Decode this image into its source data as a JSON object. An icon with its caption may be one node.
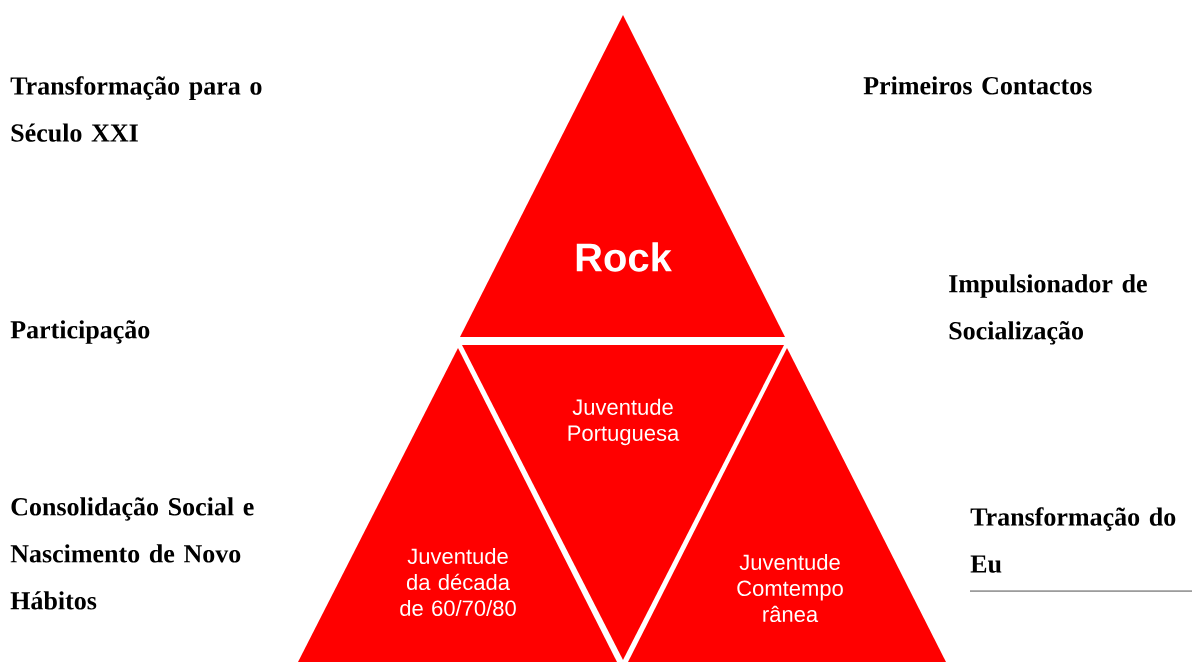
{
  "diagram": {
    "nodes": [
      {
        "text": [
          "Rock"
        ]
      },
      {
        "text": [
          "Juventude Portuguesa"
        ]
      },
      {
        "text": [
          "Juventude da década de 60/70/80"
        ]
      },
      {
        "text": [
          "Juventude Comtempo rânea"
        ]
      }
    ],
    "labels": [
      "Transformação para o Século XXI",
      "Primeiros Contactos",
      "Impulsionador de Socialização",
      "Participação",
      "Consolidação Social e Nascimento de Novo Hábitos",
      "Transformação do Eu"
    ]
  }
}
